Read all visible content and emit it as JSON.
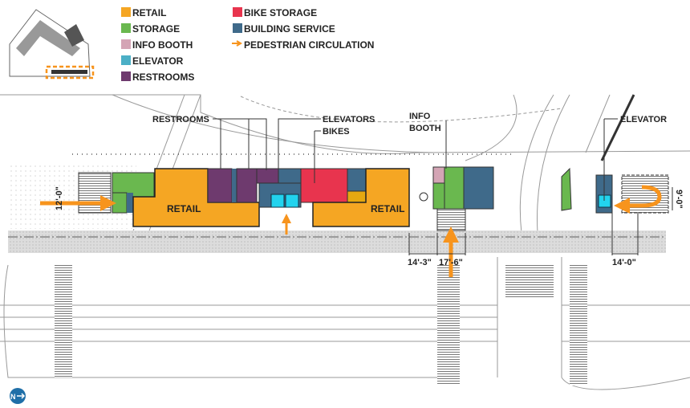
{
  "legend": {
    "items": [
      {
        "label": "RETAIL",
        "color": "#F5A623"
      },
      {
        "label": "STORAGE",
        "color": "#6AB84F"
      },
      {
        "label": "INFO BOOTH",
        "color": "#D4A5B5"
      },
      {
        "label": "ELEVATOR",
        "color": "#4BAFC6"
      },
      {
        "label": "RESTROOMS",
        "color": "#6E3A6E"
      },
      {
        "label": "BIKE STORAGE",
        "color": "#E8344E"
      },
      {
        "label": "BUILDING SERVICE",
        "color": "#3F6A8A"
      },
      {
        "label": "PEDESTRIAN CIRCULATION",
        "color": "#F7941D"
      }
    ]
  },
  "callouts": {
    "restrooms": "RESTROOMS",
    "elevators": "ELEVATORS",
    "bikes": "BIKES",
    "info_booth_1": "INFO",
    "info_booth_2": "BOOTH",
    "elevator": "ELEVATOR"
  },
  "rooms": {
    "retail_1": "RETAIL",
    "retail_2": "RETAIL"
  },
  "dimensions": {
    "d1": "12'-0\"",
    "d2": "14'-3\"",
    "d3": "17'-6\"",
    "d4": "14'-0\"",
    "d5": "9'-0\""
  },
  "north_arrow": "N",
  "colors": {
    "cyan_elevator": "#22D3EE",
    "line": "#333333",
    "sidewalk": "#D8D8D8"
  }
}
